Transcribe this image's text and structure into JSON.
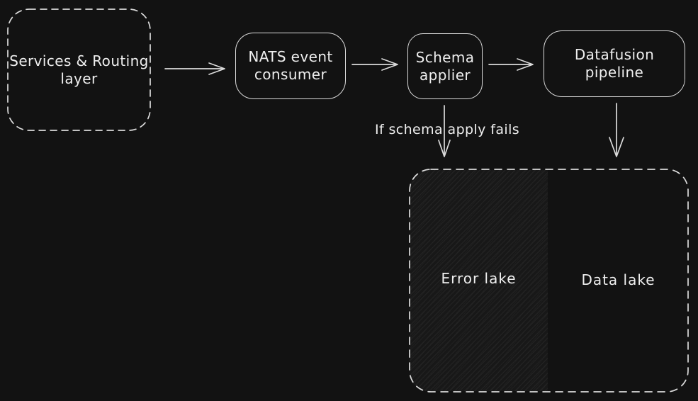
{
  "diagram": {
    "type": "flowchart",
    "nodes": {
      "services_routing": {
        "label": "Services & Routing layer",
        "lines": [
          "Services & Routing",
          "layer"
        ],
        "border": "dashed"
      },
      "nats_consumer": {
        "label": "NATS event consumer",
        "lines": [
          "NATS event",
          "consumer"
        ],
        "border": "solid"
      },
      "schema_applier": {
        "label": "Schema applier",
        "lines": [
          "Schema",
          "applier"
        ],
        "border": "solid"
      },
      "datafusion_pipeline": {
        "label": "Datafusion pipeline",
        "lines": [
          "Datafusion pipeline"
        ],
        "border": "solid"
      }
    },
    "edges": {
      "services_to_nats": {
        "from": "services_routing",
        "to": "nats_consumer",
        "label": ""
      },
      "nats_to_schema": {
        "from": "nats_consumer",
        "to": "schema_applier",
        "label": ""
      },
      "schema_to_datafusion": {
        "from": "schema_applier",
        "to": "datafusion_pipeline",
        "label": ""
      },
      "schema_to_error_lake": {
        "from": "schema_applier",
        "to": "error_lake",
        "label": "If schema apply fails"
      },
      "datafusion_to_data_lake": {
        "from": "datafusion_pipeline",
        "to": "data_lake",
        "label": ""
      }
    },
    "lakes_container": {
      "border": "dashed",
      "error_lake": {
        "label": "Error lake",
        "fill": "diagonal-hatch"
      },
      "data_lake": {
        "label": "Data lake",
        "fill": "none"
      }
    },
    "colors": {
      "background": "#121212",
      "stroke": "#dcdcdc",
      "text": "#efefef",
      "hatch_fill": "#181818",
      "hatch_line": "#242424"
    }
  }
}
